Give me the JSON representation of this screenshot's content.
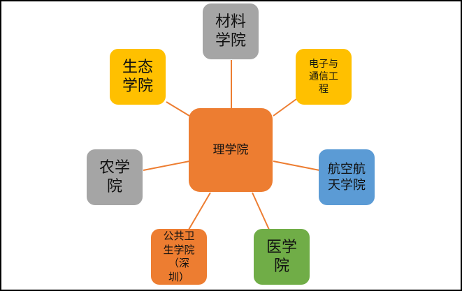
{
  "colors": {
    "gray": "#a5a5a5",
    "gold": "#ffc000",
    "orange": "#ed7d31",
    "blue": "#5b9bd5",
    "green": "#70ad47",
    "link": "#ed7d31"
  },
  "center": {
    "label": "理学院"
  },
  "nodes": {
    "materials": {
      "label": "材料学院"
    },
    "ecology": {
      "label": "生态学院"
    },
    "electronics": {
      "label": "电子与通信工程"
    },
    "agriculture": {
      "label": "农学院"
    },
    "aerospace": {
      "label": "航空航天学院"
    },
    "public_health": {
      "label": "公共卫生学院（深圳）"
    },
    "medicine": {
      "label": "医学院"
    }
  }
}
